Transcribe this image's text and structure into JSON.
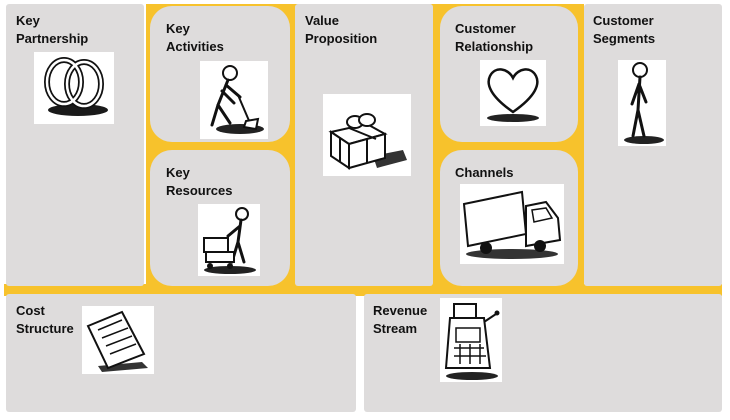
{
  "canvas": {
    "colors": {
      "accent": "#f7c22c",
      "box": "#dedcdc",
      "text": "#111111"
    },
    "blocks": {
      "key_partnership": {
        "title": "Key\nPartnership",
        "icon": "linked-rings-icon"
      },
      "key_activities": {
        "title": "Key\nActivities",
        "icon": "person-digging-icon"
      },
      "key_resources": {
        "title": "Key\nResources",
        "icon": "person-pushing-cart-icon"
      },
      "value_proposition": {
        "title": "Value\nProposition",
        "icon": "gift-box-icon"
      },
      "customer_relationship": {
        "title": "Customer\nRelationship",
        "icon": "heart-icon"
      },
      "channels": {
        "title": "Channels",
        "icon": "delivery-truck-icon"
      },
      "customer_segments": {
        "title": "Customer\nSegments",
        "icon": "standing-person-icon"
      },
      "cost_structure": {
        "title": "Cost\nStructure",
        "icon": "receipt-paper-icon"
      },
      "revenue_stream": {
        "title": "Revenue\nStream",
        "icon": "cash-register-icon"
      }
    }
  }
}
